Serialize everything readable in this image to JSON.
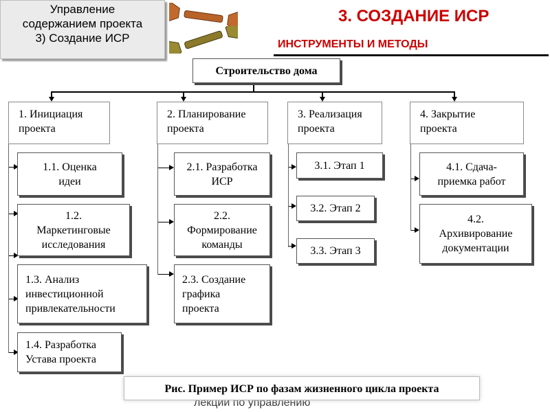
{
  "topic": {
    "line1": "Управление",
    "line2": "содержанием проекта",
    "line3": "3) Создание ИСР"
  },
  "title": "3. СОЗДАНИЕ ИСР",
  "subtitle": "ИНСТРУМЕНТЫ И МЕТОДЫ",
  "root": "Строительство дома",
  "phases": [
    {
      "l1": "1. Инициация",
      "l2": "проекта"
    },
    {
      "l1": "2. Планирование",
      "l2": "проекта"
    },
    {
      "l1": "3. Реализация",
      "l2": "проекта"
    },
    {
      "l1": "4. Закрытие",
      "l2": "проекта"
    }
  ],
  "tasks": {
    "t11": {
      "l1": "1.1. Оценка",
      "l2": "идеи"
    },
    "t12": {
      "l1": "1.2.",
      "l2": "Маркетинговые",
      "l3": "исследования"
    },
    "t13": {
      "l1": "1.3. Анализ",
      "l2": "инвестиционной",
      "l3": "привлекательности"
    },
    "t14": {
      "l1": "1.4. Разработка",
      "l2": "Устава проекта"
    },
    "t21": {
      "l1": "2.1. Разработка",
      "l2": "ИСР"
    },
    "t22": {
      "l1": "2.2.",
      "l2": "Формирование",
      "l3": "команды"
    },
    "t23": {
      "l1": "2.3. Создание",
      "l2": "графика",
      "l3": "проекта"
    },
    "t31": {
      "l1": "3.1. Этап 1"
    },
    "t32": {
      "l1": "3.2. Этап 2"
    },
    "t33": {
      "l1": "3.3. Этап 3"
    },
    "t41": {
      "l1": "4.1. Сдача-",
      "l2": "приемка работ"
    },
    "t42": {
      "l1": "4.2.",
      "l2": "Архивирование",
      "l3": "документации"
    }
  },
  "caption": "Рис. Пример ИСР по фазам жизненного цикла проекта",
  "footer": "лекции по  управлению",
  "icons": {
    "wrench": "wrench-icon"
  },
  "colors": {
    "accent": "#cc0000",
    "wrench_top": "#b8632a",
    "wrench_bottom": "#8a7a2a"
  }
}
